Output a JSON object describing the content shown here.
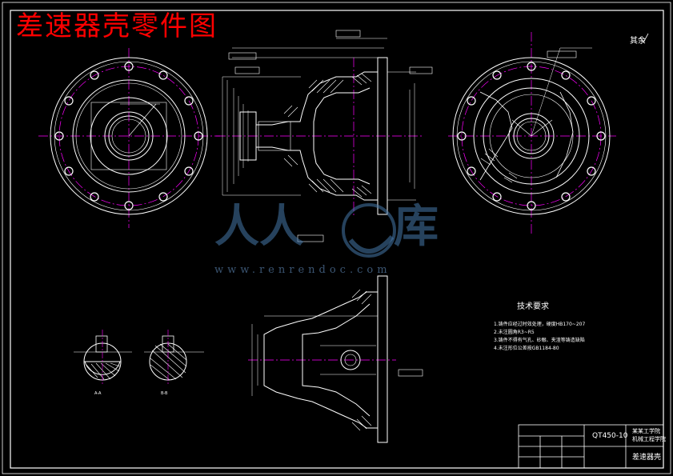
{
  "drawing": {
    "title": "差速器壳零件图",
    "surface_finish": "其余",
    "watermark": {
      "text_left": "人人",
      "text_right": "库",
      "url": "www.renrendoc.com"
    },
    "tech_requirements": {
      "heading": "技术要求",
      "notes": [
        "1.铸件应经过时效处理，硬度HB170~207",
        "2.未注圆角R3~R5",
        "3.铸件不得有气孔、砂眼、夹渣等铸造缺陷",
        "4.未注形位公差按GB1184-80"
      ]
    },
    "title_block": {
      "part_code": "QT450-10",
      "part_name": "差速器壳",
      "school": "某某工学院",
      "department": "机械工程学院"
    },
    "section_labels": [
      "A-A",
      "B-B"
    ]
  }
}
